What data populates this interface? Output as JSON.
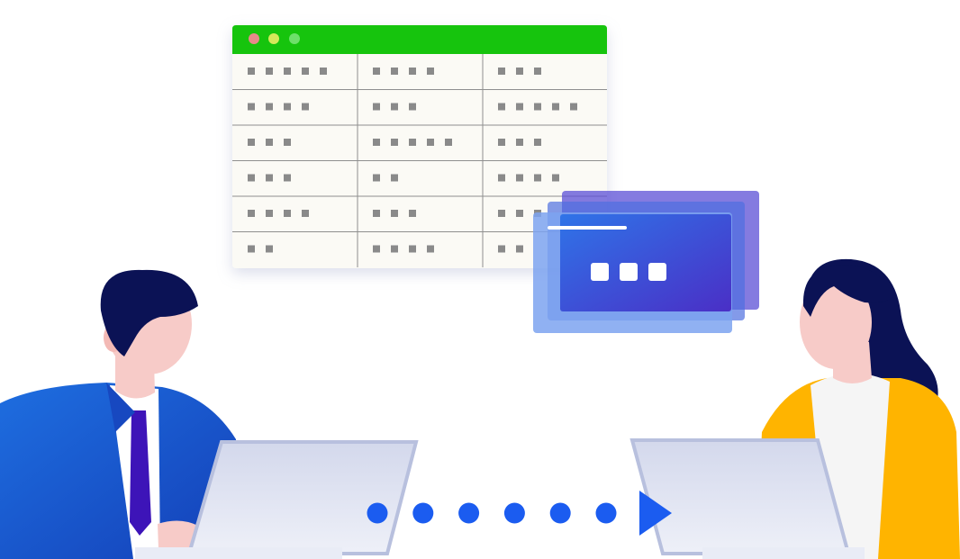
{
  "illustration": {
    "colors": {
      "window_header": "#17c40a",
      "window_body": "#fbfaf5",
      "grid_line": "#8f8f8f",
      "placeholder_dot": "#8a8a8a",
      "traffic_red": "#e88a8a",
      "traffic_yellow": "#d6e85a",
      "traffic_green": "#6ee06a",
      "card_gradient_start": "#2f74e8",
      "card_gradient_end": "#4a2fc6",
      "progress_dot": "#1b5cf0",
      "man_suit": "#1a5bd8",
      "man_tie": "#3d14b8",
      "hair": "#0b1255",
      "skin": "#f7cbc8",
      "woman_cardigan": "#ffb400",
      "laptop": "#dfe3f2"
    },
    "window": {
      "traffic_lights": [
        "traffic-red-icon",
        "traffic-yellow-icon",
        "traffic-green-icon"
      ],
      "placeholder_counts": [
        [
          5,
          4,
          3
        ],
        [
          4,
          3,
          5
        ],
        [
          3,
          5,
          3
        ],
        [
          3,
          2,
          4
        ],
        [
          4,
          3,
          3
        ],
        [
          2,
          4,
          2
        ]
      ]
    },
    "card_placeholder_count": 3,
    "progress_dot_count": 6,
    "arrow_icon": "play-arrow-icon"
  }
}
